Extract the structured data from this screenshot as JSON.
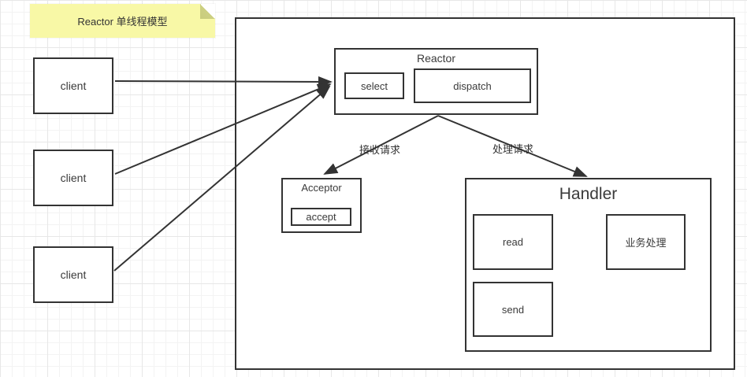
{
  "note": {
    "label": "Reactor 单线程模型"
  },
  "clients": [
    {
      "label": "client"
    },
    {
      "label": "client"
    },
    {
      "label": "client"
    }
  ],
  "reactor": {
    "title": "Reactor",
    "select_label": "select",
    "dispatch_label": "dispatch"
  },
  "acceptor": {
    "title": "Acceptor",
    "accept_label": "accept"
  },
  "handler": {
    "title": "Handler",
    "read_label": "read",
    "business_label": "业务处理",
    "send_label": "send"
  },
  "edges": {
    "accept_label": "接收请求",
    "handle_label": "处理请求"
  },
  "colors": {
    "line": "#333333",
    "note_bg": "#f8f8a6",
    "note_fold": "#cdd083",
    "grid_minor": "#f3f3f3",
    "grid_major": "#e7e7e7"
  }
}
